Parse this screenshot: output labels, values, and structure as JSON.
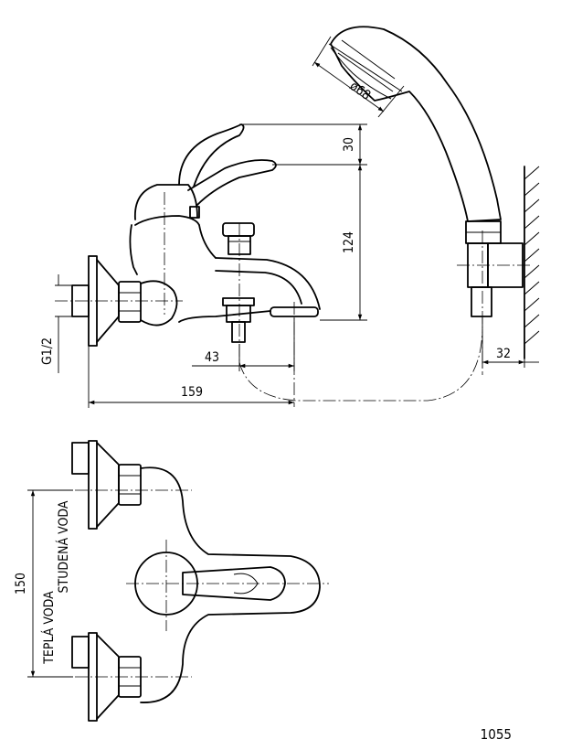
{
  "dimensions": {
    "head_diameter": "ø68",
    "lever_offset": "30",
    "spout_height": "124",
    "thread": "G1/2",
    "diverter_offset": "43",
    "total_length": "159",
    "wall_offset": "32",
    "inlet_spacing": "150"
  },
  "labels": {
    "cold_water": "STUDENÁ VODA",
    "hot_water": "TEPLÁ VODA"
  },
  "drawing_number": "1055"
}
